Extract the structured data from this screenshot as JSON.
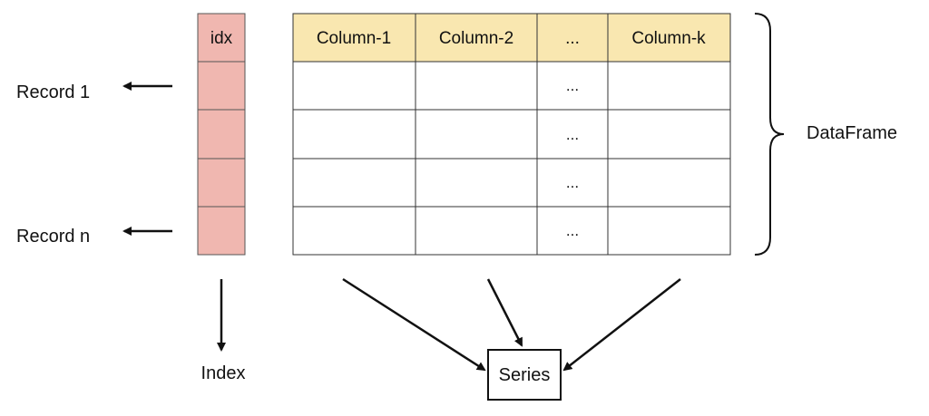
{
  "index_column": {
    "header": "idx",
    "label": "Index",
    "header_color": "#f0b7b0",
    "cell_color": "#f0b7b0",
    "row_count": 4
  },
  "table": {
    "columns": [
      "Column-1",
      "Column-2",
      "...",
      "Column-k"
    ],
    "header_color": "#f9e7b0",
    "ellipsis_cells": [
      "...",
      "...",
      "...",
      "..."
    ]
  },
  "records": {
    "first": "Record 1",
    "last": "Record n"
  },
  "dataframe_label": "DataFrame",
  "series_label": "Series"
}
